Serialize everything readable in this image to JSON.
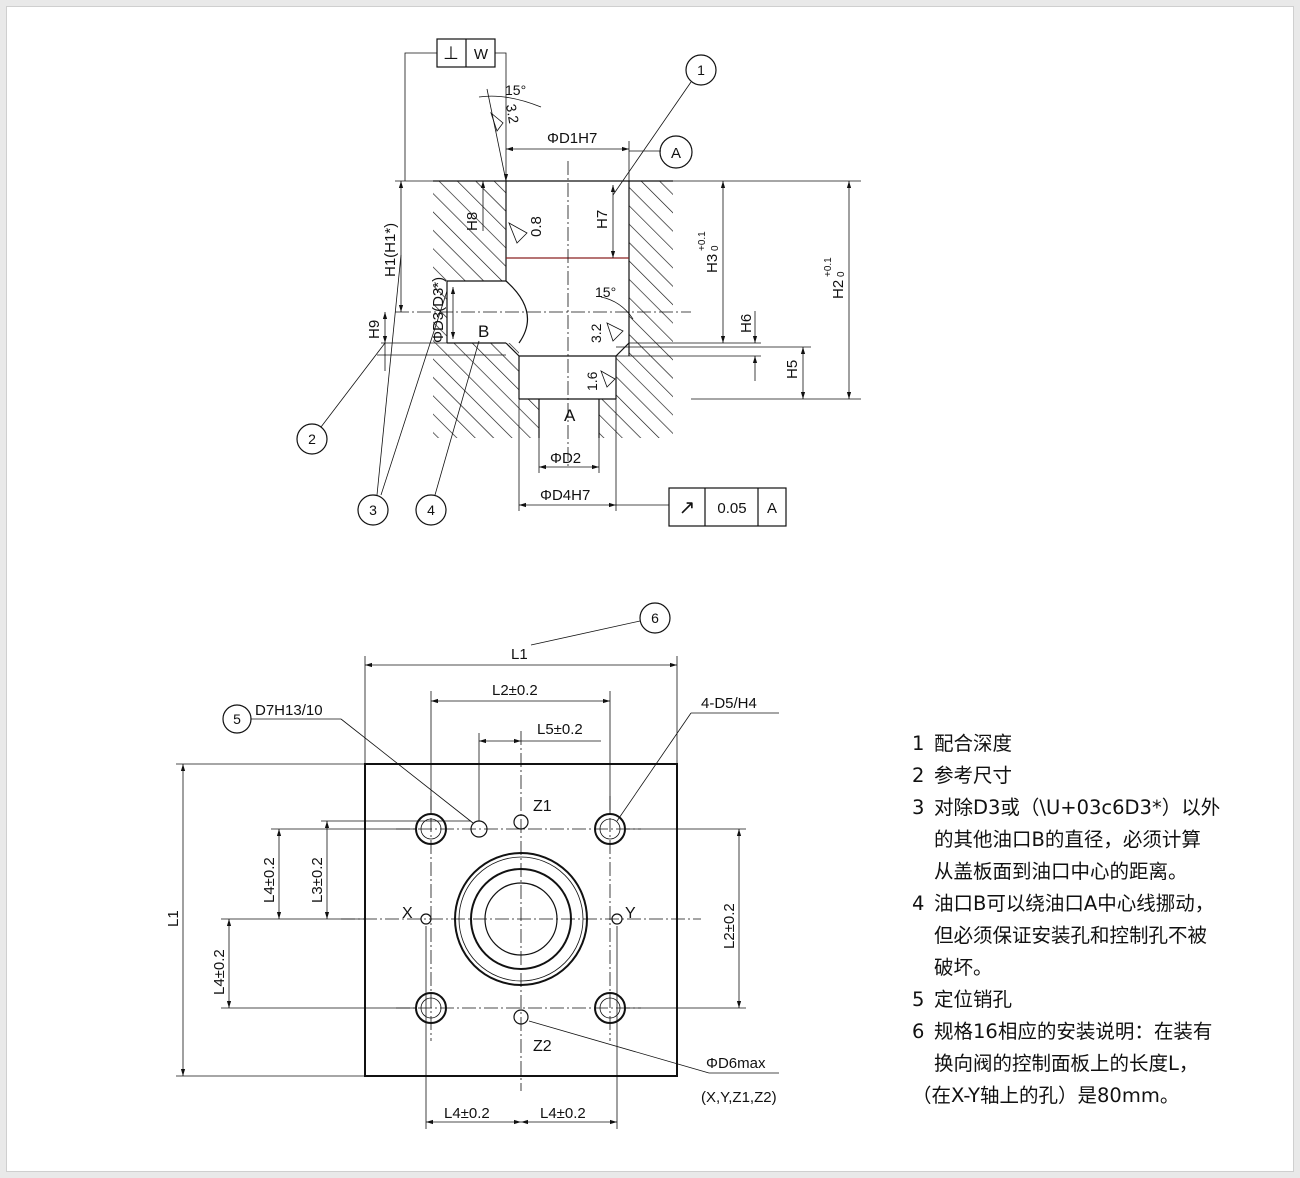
{
  "section_view": {
    "perp_frame": {
      "symbol": "⊥",
      "datum": "W"
    },
    "angle_top": "15°",
    "rough_top": "3.2",
    "rough_bore": "0.8",
    "dia_top": "ΦD1H7",
    "datum_a_label": "A",
    "h8": "H8",
    "h7": "H7",
    "h1": "H1(H1*)",
    "d3": "ΦD3(D3*)",
    "h9": "H9",
    "b_label": "B",
    "angle_mid": "15°",
    "rough_mid": "3.2",
    "rough_low": "1.6",
    "h3_main": "H3",
    "h3_tol_upper": "+0.1",
    "h3_tol_lower": "0",
    "h2_main": "H2",
    "h2_tol_upper": "+0.1",
    "h2_tol_lower": "0",
    "h6": "H6",
    "h5": "H5",
    "a_port": "A",
    "dia_d2": "ΦD2",
    "dia_d4": "ΦD4H7",
    "runout_frame": {
      "symbol": "↗",
      "value": "0.05",
      "datum": "A"
    },
    "balloons": [
      "1",
      "2",
      "3",
      "4"
    ]
  },
  "plan_view": {
    "balloon_6": "6",
    "l1_top": "L1",
    "l2_top": "L2±0.2",
    "balloon_5": "5",
    "d7": "D7H13/10",
    "l5": "L5±0.2",
    "holes_4": "4-D5/H4",
    "z1": "Z1",
    "x": "X",
    "y": "Y",
    "z2": "Z2",
    "l1_left": "L1",
    "l4_upper": "L4±0.2",
    "l3": "L3±0.2",
    "l4_lower": "L4±0.2",
    "l2_right": "L2±0.2",
    "d6": "ΦD6max",
    "d6_sub": "(X,Y,Z1,Z2)",
    "l4_bottom_left": "L4±0.2",
    "l4_bottom_right": "L4±0.2"
  },
  "notes": [
    {
      "num": "1",
      "lines": [
        "配合深度"
      ]
    },
    {
      "num": "2",
      "lines": [
        "参考尺寸"
      ]
    },
    {
      "num": "3",
      "lines": [
        "对除D3或（\\U+03c6D3*）以外",
        "的其他油口B的直径，必须计算",
        "从盖板面到油口中心的距离。"
      ]
    },
    {
      "num": "4",
      "lines": [
        "油口B可以绕油口A中心线挪动，",
        "但必须保证安装孔和控制孔不被",
        "破坏。"
      ]
    },
    {
      "num": "5",
      "lines": [
        "定位销孔"
      ]
    },
    {
      "num": "6",
      "lines": [
        "规格16相应的安装说明：在装有",
        "换向阀的控制面板上的长度L，"
      ]
    },
    {
      "num": "",
      "lines": [
        "（在X-Y轴上的孔）是80mm。"
      ]
    }
  ]
}
